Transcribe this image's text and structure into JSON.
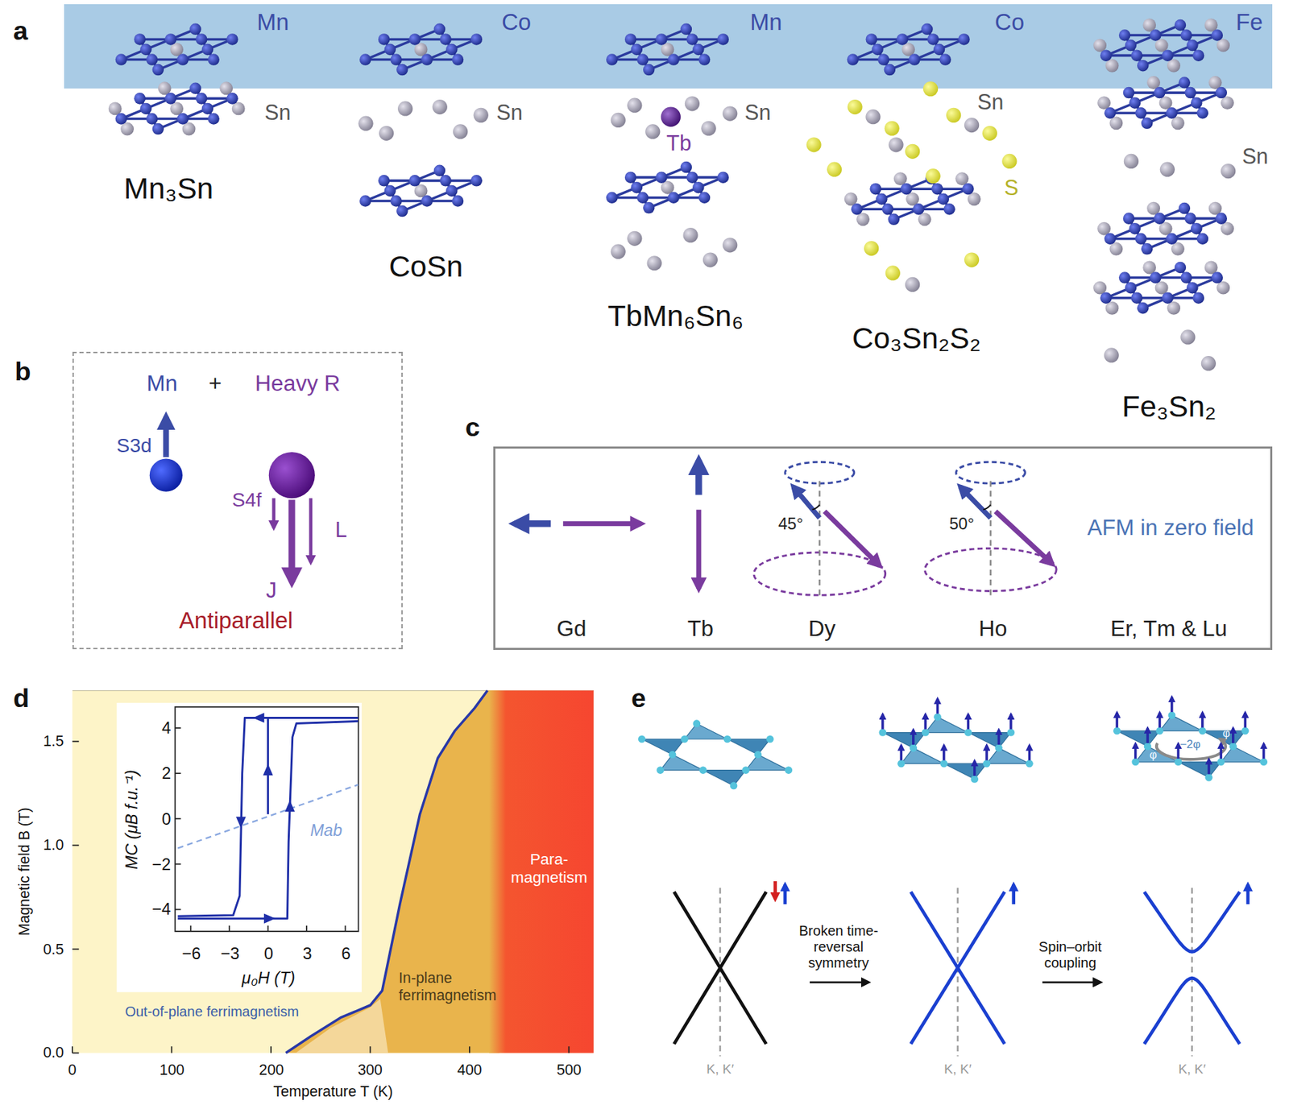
{
  "diagram": {
    "nodes": [
      {
        "text": [
          "Mn",
          "Co",
          "Mn",
          "Co",
          "Fe"
        ]
      },
      {
        "text": [
          "Mn",
          "+",
          "Heavy R",
          "S3d",
          "S4f",
          "L",
          "J",
          "Antiparallel"
        ]
      },
      {
        "text": [
          "Gd",
          "Tb",
          "45°",
          "Dy",
          "50°",
          "Ho",
          "AFM in zero field",
          "Er, Tm & Lu"
        ]
      },
      {
        "text": [
          "Out-of-plane ferrimagnetism",
          "In-plane ferrimagnetism",
          "Para- magnetism"
        ]
      },
      {
        "text": [
          "4",
          "2",
          "0",
          "−2",
          "−4",
          "−6",
          "−3",
          "0",
          "3",
          "6",
          "MC (μB f.u.⁻¹)",
          "μ₀H (T)",
          "Mab"
        ],
        "in": 3
      }
    ],
    "labels": [
      "a",
      "Sn",
      "Mn₃Sn",
      "Sn",
      "CoSn",
      "Sn",
      "Tb",
      "TbMn₆Sn₆",
      "Sn",
      "S",
      "Co₃Sn₂S₂",
      "Sn",
      "Fe₃Sn₂",
      "b",
      "c",
      "d",
      "0.0",
      "0.5",
      "1.0",
      "1.5",
      "Magnetic field B (T)",
      "0",
      "100",
      "200",
      "300",
      "400",
      "500",
      "Temperature T (K)",
      "e",
      "φ",
      "−2φ",
      "φ",
      "Broken time-reversal symmetry",
      "Spin–orbit coupling",
      "K, K′",
      "K, K′",
      "K, K′"
    ]
  }
}
